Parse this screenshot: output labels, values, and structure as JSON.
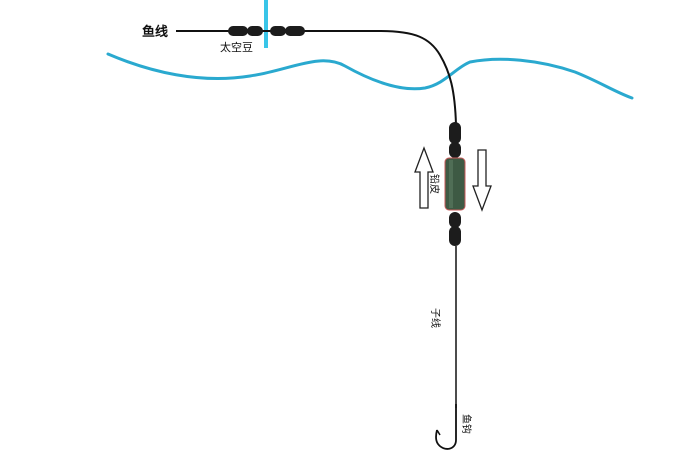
{
  "labels": {
    "fishing_line": "鱼线",
    "space_beans": "太空豆",
    "lead_sinker": "铅皮",
    "leader_line": "子线",
    "hook": "鱼钩"
  },
  "colors": {
    "water": "#2aa9cf",
    "float_stem": "#39c5e8",
    "line": "#111111",
    "stopper": "#1c1c1c",
    "lead": "#3e5a44",
    "lead_edge": "#c85a5a",
    "arrow_fill": "#ffffff",
    "arrow_stroke": "#222222"
  },
  "icons": {
    "up_arrow": "arrow-up-icon",
    "down_arrow": "arrow-down-icon",
    "hook": "fish-hook-icon"
  }
}
